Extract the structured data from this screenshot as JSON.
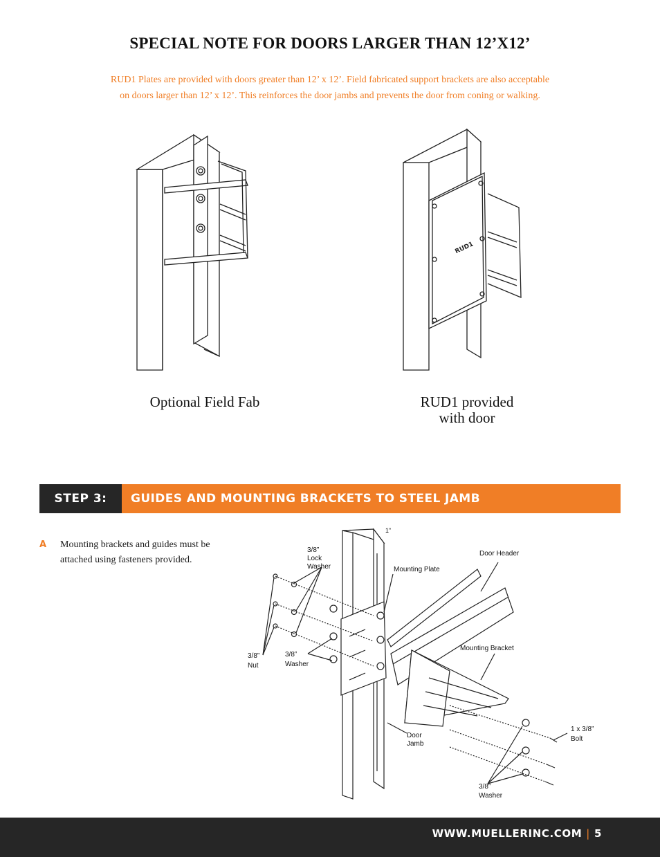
{
  "title": "SPECIAL NOTE FOR DOORS LARGER THAN 12’X12’",
  "note": {
    "line1": "RUD1 Plates are provided with doors greater than 12’ x 12’.  Field fabricated support brackets are also acceptable",
    "line2": "on doors larger than 12’ x 12’.  This reinforces the door jambs and prevents the door from coning or walking."
  },
  "figures": {
    "left_caption": "Optional Field Fab",
    "right_caption_line1": "RUD1 provided",
    "right_caption_line2": "with door",
    "plate_label": "RUD1"
  },
  "step": {
    "number": "STEP 3:",
    "title": "GUIDES AND MOUNTING BRACKETS TO STEEL JAMB"
  },
  "item_a": {
    "letter": "A",
    "text": "Mounting brackets and guides must be attached using fasteners provided."
  },
  "diagram_labels": {
    "lock_washer_1": "3/8”",
    "lock_washer_2": "Lock",
    "lock_washer_3": "Washer",
    "nut_1": "3/8”",
    "nut_2": "Nut",
    "washer_1": "3/8”",
    "washer_2": "Washer",
    "mounting_plate": "Mounting Plate",
    "door_header": "Door Header",
    "mounting_bracket": "Mounting Bracket",
    "bolt_1": "1 x 3/8”",
    "bolt_2": "Bolt",
    "door_jamb_1": "Door",
    "door_jamb_2": "Jamb",
    "washer_bottom_1": "3/8”",
    "washer_bottom_2": "Washer",
    "one_inch": "1”"
  },
  "footer": {
    "url": "WWW.MUELLERINC.COM",
    "separator": "|",
    "page": "5"
  }
}
